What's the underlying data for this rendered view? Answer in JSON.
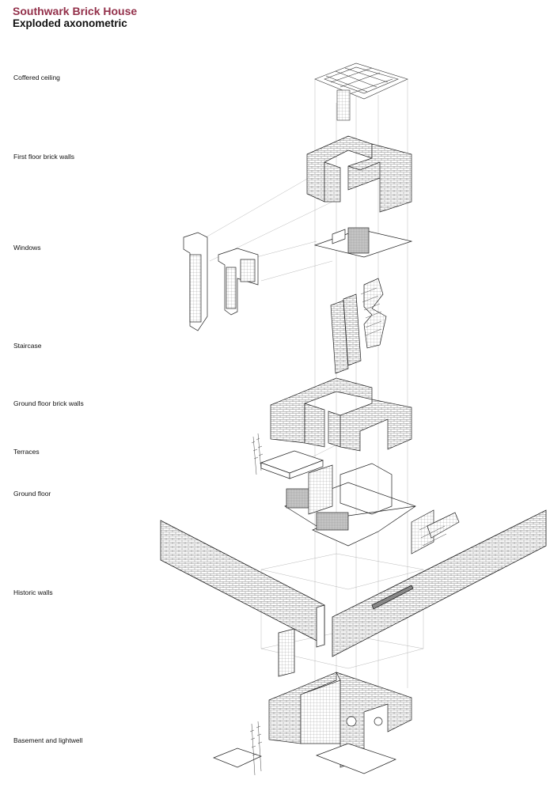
{
  "header": {
    "title": "Southwark Brick House",
    "subtitle": "Exploded axonometric"
  },
  "colors": {
    "title": "#93304a",
    "text": "#111111",
    "line": "#222222",
    "guide": "#9a9a9a",
    "hatch": "#555555"
  },
  "layers": [
    {
      "id": "coffered-ceiling",
      "label": "Coffered ceiling"
    },
    {
      "id": "first-floor-walls",
      "label": "First floor brick walls"
    },
    {
      "id": "windows",
      "label": "Windows"
    },
    {
      "id": "staircase",
      "label": "Staircase"
    },
    {
      "id": "ground-floor-walls",
      "label": "Ground floor brick walls"
    },
    {
      "id": "terraces",
      "label": "Terraces"
    },
    {
      "id": "ground-floor",
      "label": "Ground floor"
    },
    {
      "id": "historic-walls",
      "label": "Historic walls"
    },
    {
      "id": "basement",
      "label": "Basement and lightwell"
    }
  ]
}
